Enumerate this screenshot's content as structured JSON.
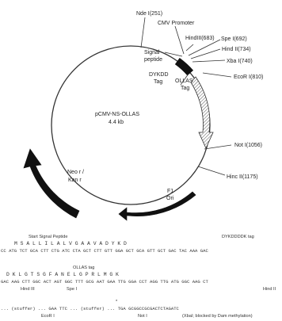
{
  "plasmid": {
    "name": "pCMV-NS-OLLAS",
    "size": "4.4 kb"
  },
  "sites": {
    "nde": "Nde I(251)",
    "hind3": "HindIII(683)",
    "spe": "Spe I(692)",
    "hind2a": "Hind II(734)",
    "xba": "Xba I(740)",
    "ecor": "EcoR I(810)",
    "not": "Not I(1056)",
    "hinc": "Hinc II(1175)"
  },
  "features": {
    "cmv": "CMV Promoter",
    "signal1": "Signal",
    "signal2": "peptide",
    "dykdd1": "DYKDD",
    "dykdd2": "Tag",
    "ollas1": "OLLAS",
    "ollas2": "Tag",
    "neo1": "Neo r /",
    "neo2": "Kan r",
    "f1a": "F1",
    "f1b": "Ori"
  },
  "sequence": {
    "row1_header_start": "Start  Signal Peptide",
    "row1_header_tag": "DYKDDDDK tag",
    "row1_aa": "M   S   A   L   L   I   L   A   L   V   G   A   A   V   A   D   Y   K   D",
    "row1_nt": "CC  ATG TCT GCA CTT CTG ATC CTA GCT CTT GTT GGA GCT GCA GTT GCT GAC TAC AAA GAC",
    "row2_header_tag": "OLLAS tag",
    "row2_aa": "D   K   L   G   T   S   G   F   A   N   E   L   G   P   R   L   M   G   K",
    "row2_nt": "GAC AAG CTT GGC ACT AGT GGC TTT GCG AAT GAA TTG GGA CCT AGG TTG ATG GGC AAG CT",
    "row2_site_hind3": "Hind III",
    "row2_site_spe": "Spe I",
    "row2_site_hind2": "Hind II",
    "row3_star": "*",
    "row3_nt": "... (stuffer) ... GAA TTC ... (stuffer) ... TGA GCGGCCGCGACTCTAGATC",
    "row3_site_ecor": "EcoR I",
    "row3_site_not": "Not I",
    "row3_site_xba": "(XbaI; blocked by Dam methylation)"
  }
}
